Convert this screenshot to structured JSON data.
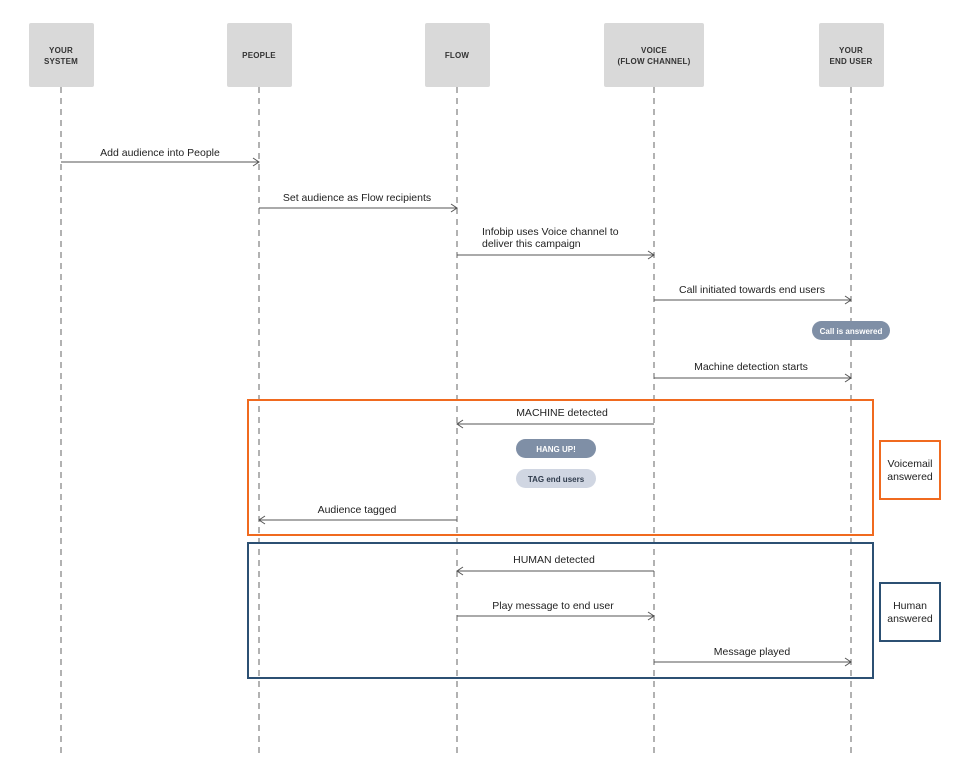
{
  "actors": [
    {
      "id": "system",
      "lines": [
        "YOUR",
        "SYSTEM"
      ]
    },
    {
      "id": "people",
      "lines": [
        "PEOPLE"
      ]
    },
    {
      "id": "flow",
      "lines": [
        "FLOW"
      ]
    },
    {
      "id": "voice",
      "lines": [
        "VOICE",
        "(FLOW CHANNEL)"
      ]
    },
    {
      "id": "enduser",
      "lines": [
        "YOUR",
        "END USER"
      ]
    }
  ],
  "messages": [
    {
      "id": "add-audience",
      "from": "system",
      "to": "people",
      "lines": [
        "Add audience into People"
      ]
    },
    {
      "id": "set-recipients",
      "from": "people",
      "to": "flow",
      "lines": [
        "Set audience as Flow recipients"
      ]
    },
    {
      "id": "infobip-voice",
      "from": "flow",
      "to": "voice",
      "lines": [
        "Infobip uses Voice channel to",
        "deliver this campaign"
      ]
    },
    {
      "id": "call-initiated",
      "from": "voice",
      "to": "enduser",
      "lines": [
        "Call initiated towards end users"
      ]
    },
    {
      "id": "machine-detection",
      "from": "voice",
      "to": "enduser",
      "lines": [
        "Machine detection starts"
      ]
    },
    {
      "id": "machine-detected",
      "from": "voice",
      "to": "flow",
      "lines": [
        "MACHINE detected"
      ]
    },
    {
      "id": "audience-tagged",
      "from": "flow",
      "to": "people",
      "lines": [
        "Audience tagged"
      ]
    },
    {
      "id": "human-detected",
      "from": "voice",
      "to": "flow",
      "lines": [
        "HUMAN detected"
      ]
    },
    {
      "id": "play-message",
      "from": "flow",
      "to": "voice",
      "lines": [
        "Play message to end user"
      ]
    },
    {
      "id": "message-played",
      "from": "voice",
      "to": "enduser",
      "lines": [
        "Message played"
      ]
    }
  ],
  "pills": [
    {
      "id": "call-answered",
      "text": "Call is answered",
      "style": "dark"
    },
    {
      "id": "hang-up",
      "text": "HANG UP!",
      "style": "dark"
    },
    {
      "id": "tag-end-users",
      "text": "TAG end users",
      "style": "light"
    }
  ],
  "frames": [
    {
      "id": "voicemail",
      "label_lines": [
        "Voicemail",
        "answered"
      ],
      "color": "#f06a1f"
    },
    {
      "id": "human",
      "label_lines": [
        "Human",
        "answered"
      ],
      "color": "#2c5073"
    }
  ]
}
